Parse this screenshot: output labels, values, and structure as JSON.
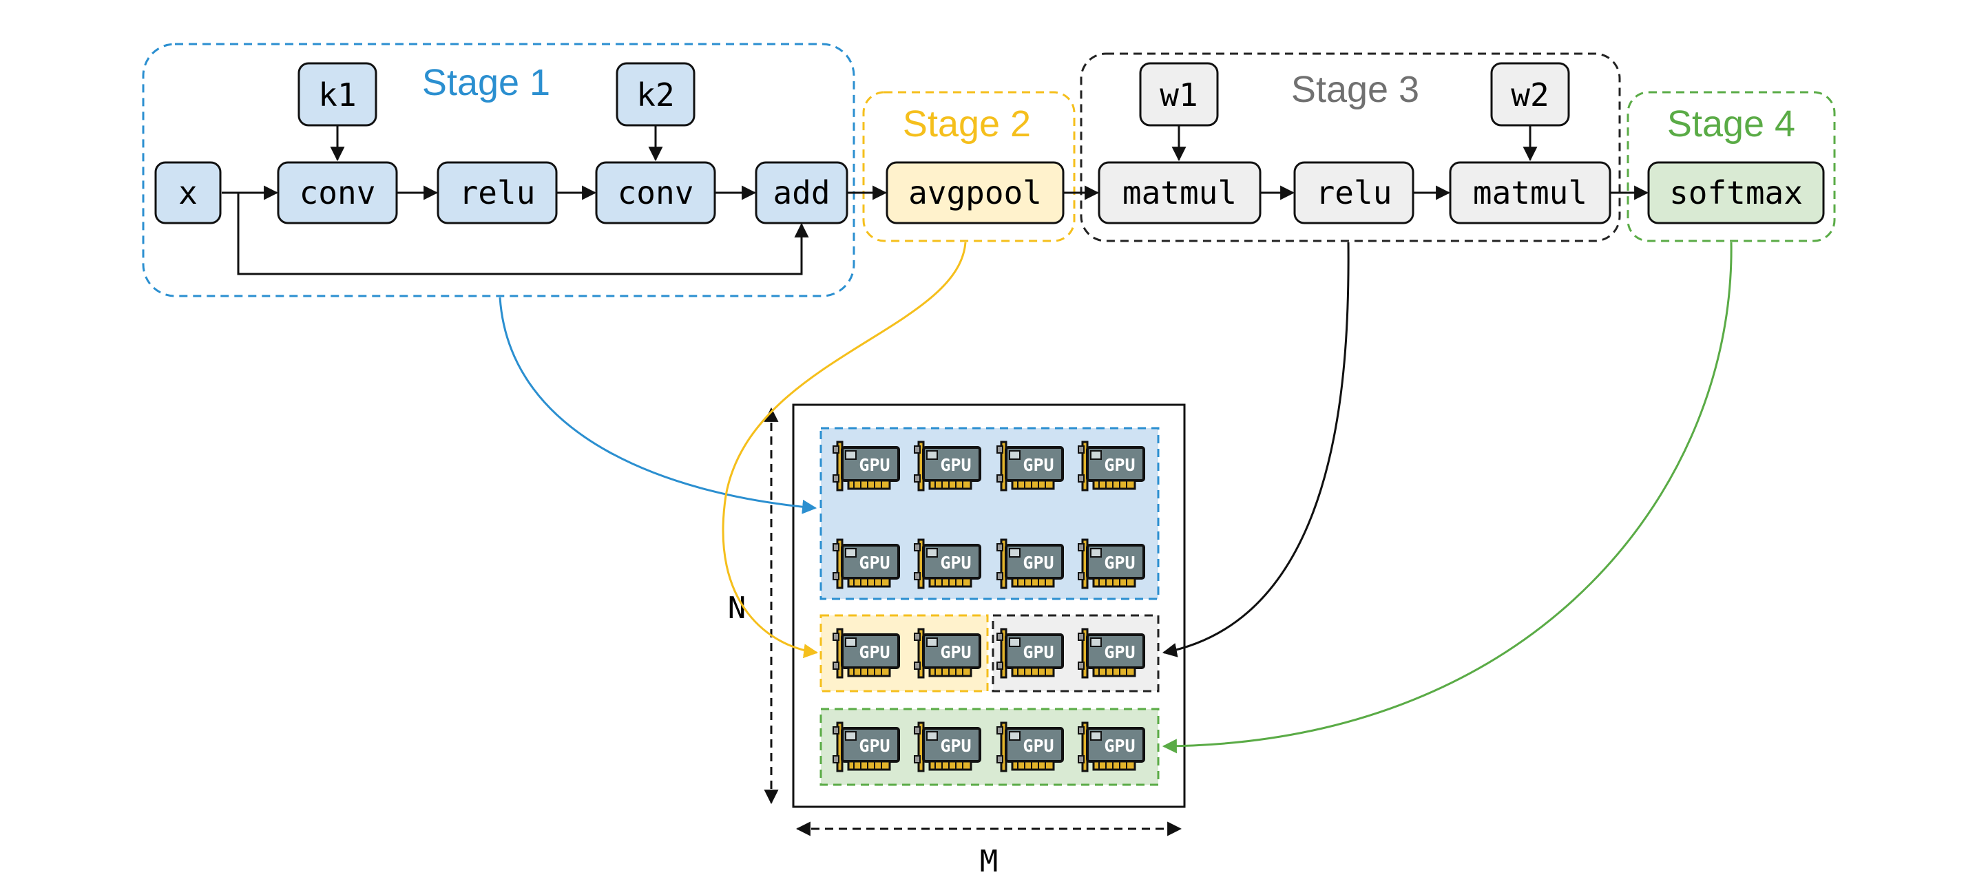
{
  "colors": {
    "stage1": "#2b8fd0",
    "stage1_fill": "#cfe2f3",
    "stage2": "#f5bf1c",
    "stage2_fill": "#fff2cc",
    "stage3": "#222222",
    "stage3_label": "#707070",
    "stage3_fill": "#efefef",
    "stage4": "#5aab46",
    "stage4_fill": "#d9ead3"
  },
  "stages": [
    {
      "label": "Stage 1"
    },
    {
      "label": "Stage 2"
    },
    {
      "label": "Stage 3"
    },
    {
      "label": "Stage 4"
    }
  ],
  "nodes": {
    "x": "x",
    "conv1": "conv",
    "relu1": "relu",
    "conv2": "conv",
    "add": "add",
    "k1": "k1",
    "k2": "k2",
    "avgpool": "avgpool",
    "matmul1": "matmul",
    "relu2": "relu",
    "matmul2": "matmul",
    "w1": "w1",
    "w2": "w2",
    "softmax": "softmax"
  },
  "mesh": {
    "gpu_label": "GPU",
    "dim_rows": "N",
    "dim_cols": "M"
  }
}
